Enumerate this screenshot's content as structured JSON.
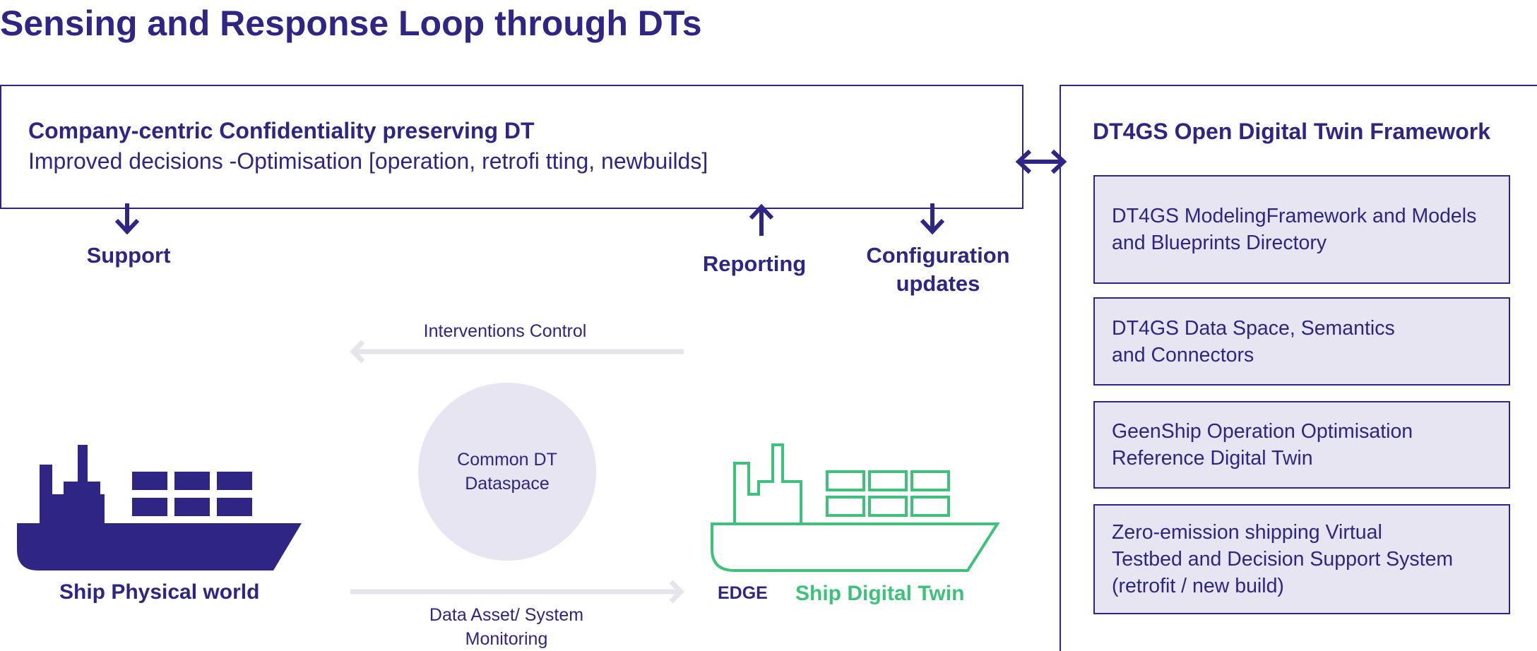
{
  "title": "Sensing and Response Loop through DTs",
  "company": {
    "title": "Company-centric Confidentiality preserving DT",
    "subtitle": "Improved decisions -Optimisation [operation, retrofi tting, newbuilds]"
  },
  "labels": {
    "support": "Support",
    "reporting": "Reporting",
    "configuration": "Configuration\nupdates",
    "interventions": "Interventions Control",
    "data_asset": "Data Asset/ System\nMonitoring",
    "common_dt": "Common DT\nDataspace",
    "ship_physical": "Ship Physical world",
    "edge": "EDGE",
    "ship_digital": "Ship Digital Twin"
  },
  "framework": {
    "title": "DT4GS Open Digital Twin Framework",
    "items": [
      "DT4GS ModelingFramework and Models\nand Blueprints Directory",
      "DT4GS Data Space, Semantics\nand Connectors",
      "GeenShip Operation Optimisation\nReference Digital Twin",
      "Zero-emission shipping Virtual\nTestbed and Decision Support System\n(retrofit / new build)"
    ]
  },
  "colors": {
    "primary": "#2e2585",
    "green": "#3ec27b",
    "light_fill": "#e6e5f1",
    "light_arrow": "#e6e5ee"
  }
}
